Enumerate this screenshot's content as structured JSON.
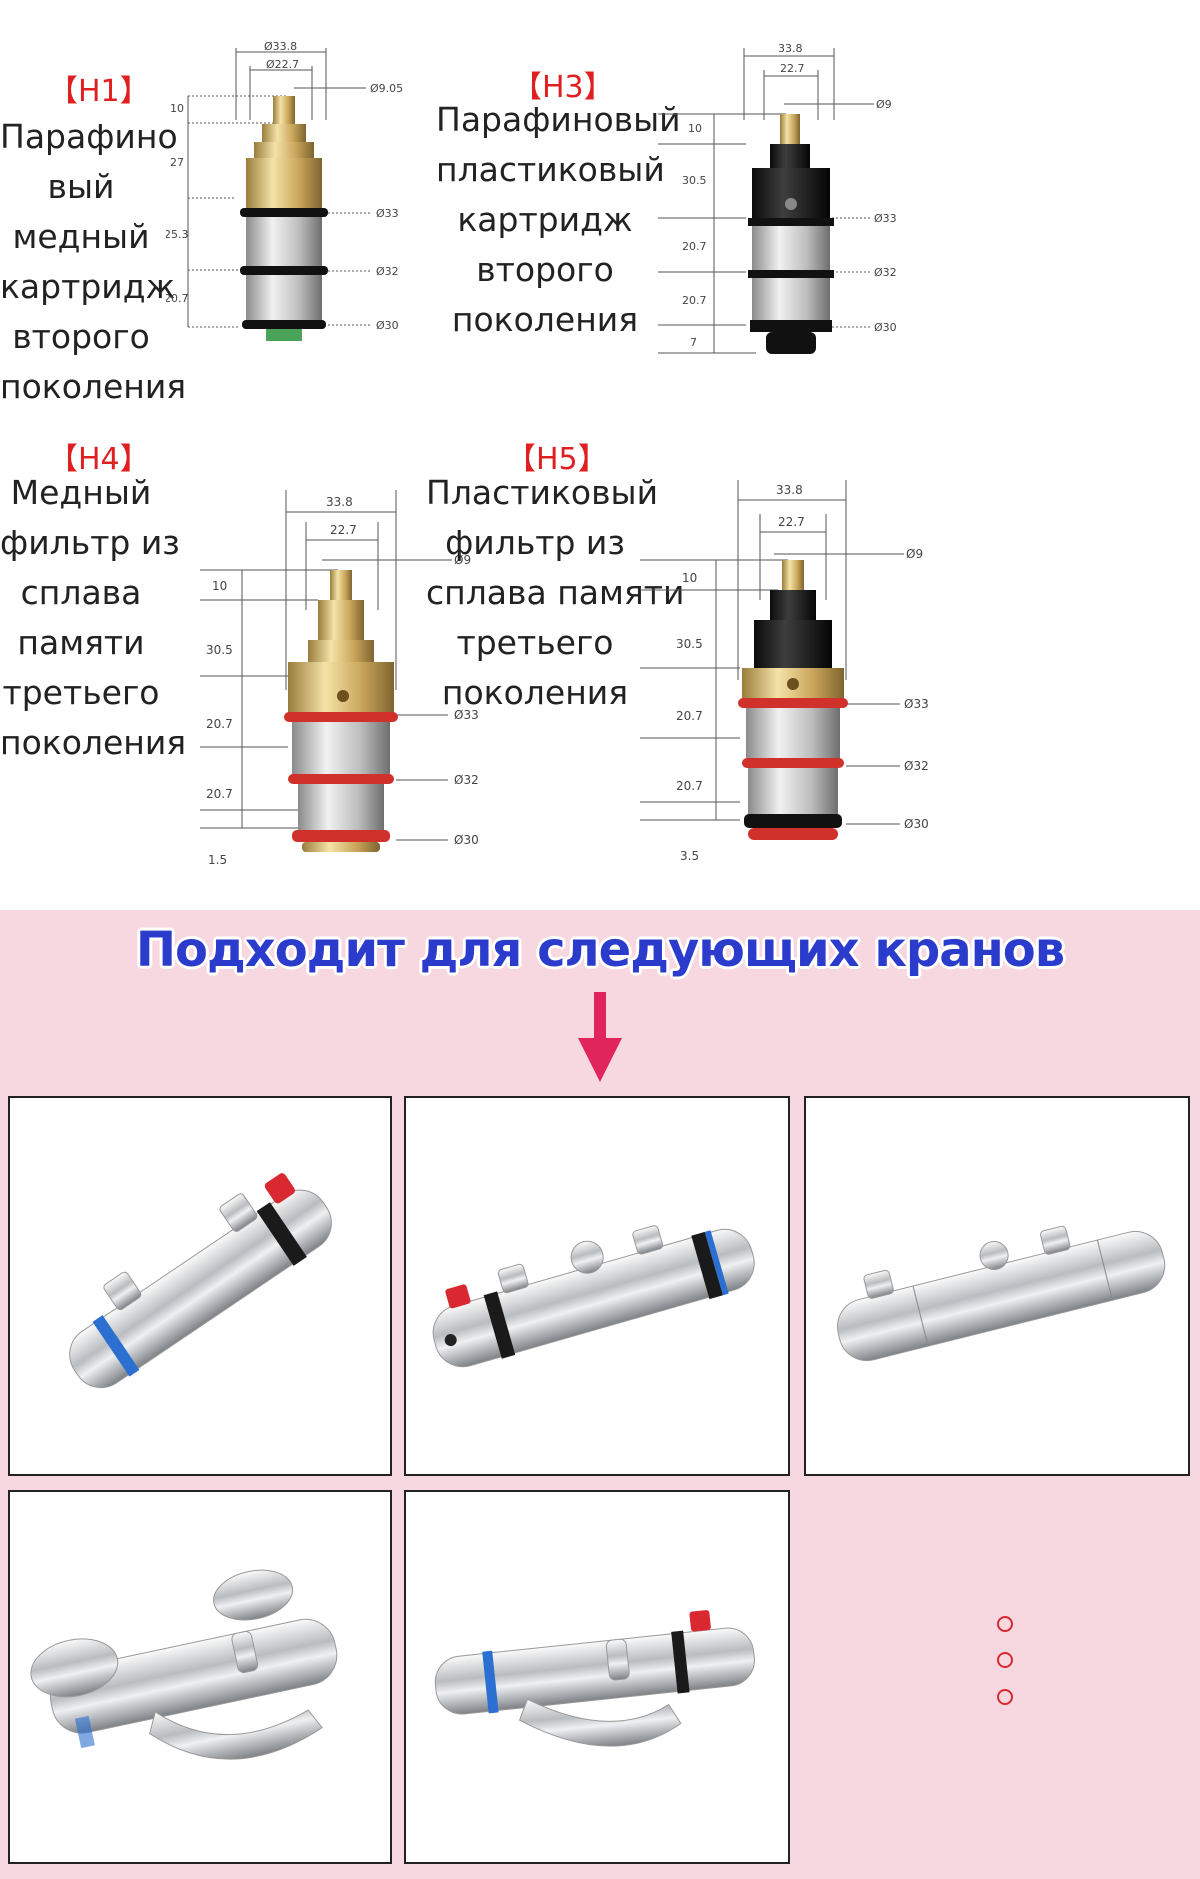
{
  "cartridges": [
    {
      "code": "【H1】",
      "name_lines": [
        "Парафино",
        "вый",
        "медный",
        "картридж",
        "второго",
        "поколения"
      ],
      "dims": {
        "outer": "Ø33.8",
        "inner": "Ø22.7",
        "spindle": "Ø9.05",
        "d1": "Ø33",
        "d2": "Ø32",
        "d3": "Ø30",
        "h1": "10",
        "h2": "27",
        "h3": "25.3",
        "h4": "20.7"
      }
    },
    {
      "code": "【H3】",
      "name_lines": [
        "Парафиновый",
        "пластиковый",
        "картридж",
        "второго",
        "поколения"
      ],
      "dims": {
        "outer": "33.8",
        "inner": "22.7",
        "spindle": "Ø9",
        "d1": "Ø33",
        "d2": "Ø32",
        "d3": "Ø30",
        "h1": "10",
        "h2": "30.5",
        "h3": "20.7",
        "h4": "20.7",
        "h5": "7"
      }
    },
    {
      "code": "【H4】",
      "name_lines": [
        "Медный",
        "фильтр из",
        "сплава",
        "памяти",
        "третьего",
        "поколения"
      ],
      "dims": {
        "outer": "33.8",
        "inner": "22.7",
        "spindle": "Ø9",
        "d1": "Ø33",
        "d2": "Ø32",
        "d3": "Ø30",
        "h1": "10",
        "h2": "30.5",
        "h3": "20.7",
        "h4": "20.7",
        "h5": "1.5"
      }
    },
    {
      "code": "【H5】",
      "name_lines": [
        "Пластиковый",
        "фильтр из",
        "сплава памяти",
        "третьего",
        "поколения"
      ],
      "dims": {
        "outer": "33.8",
        "inner": "22.7",
        "spindle": "Ø9",
        "d1": "Ø33",
        "d2": "Ø32",
        "d3": "Ø30",
        "h1": "10",
        "h2": "30.5",
        "h3": "20.7",
        "h4": "20.7",
        "h5": "3.5"
      }
    }
  ],
  "banner": {
    "title": "Подходит для следующих кранов"
  },
  "colors": {
    "code_red": "#e02020",
    "banner_blue": "#2b3ccd",
    "pink_bg": "#f7d8e0",
    "arrow": "#e0245c"
  },
  "faucets": [
    {
      "type": "thermostatic-shower-bar",
      "variant": "red-top-knob"
    },
    {
      "type": "thermostatic-shower-bar",
      "variant": "red-button-front"
    },
    {
      "type": "thermostatic-shower-bar",
      "variant": "plain-chrome"
    },
    {
      "type": "thermostatic-bath-mixer",
      "variant": "round-handles"
    },
    {
      "type": "thermostatic-bath-mixer",
      "variant": "flat-spout"
    }
  ],
  "more_icon": "more-dots-icon"
}
